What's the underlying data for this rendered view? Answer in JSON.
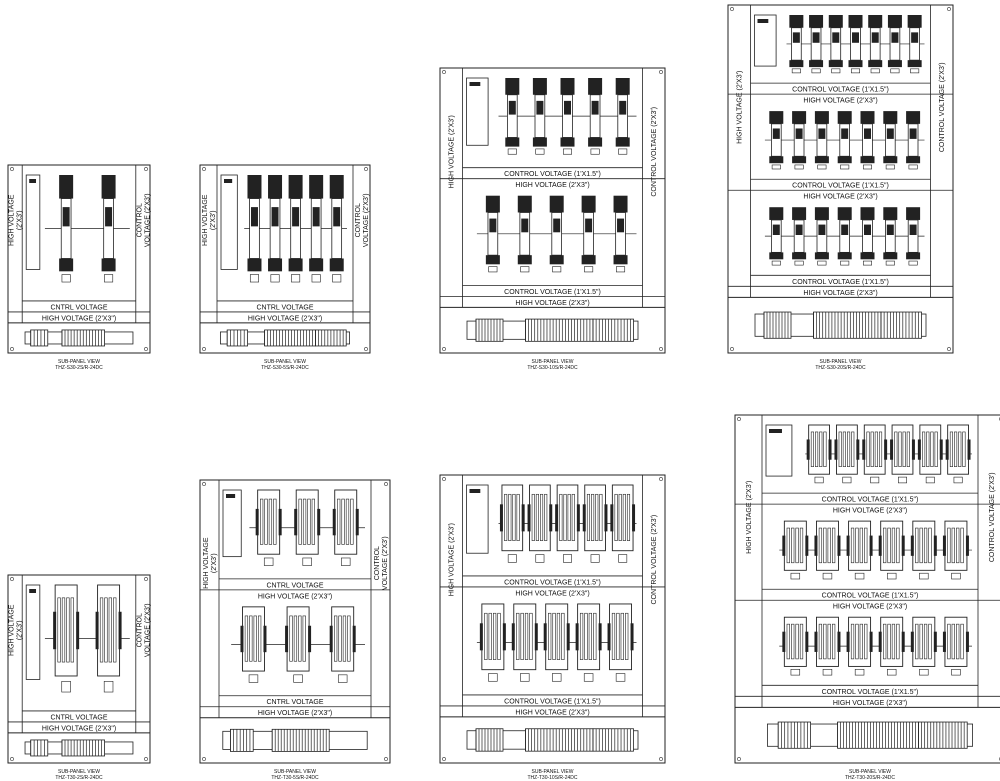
{
  "panels": [
    {
      "id": "p1",
      "title": "SUB-PANEL VIEW",
      "model": "THZ-S30-2S/R-24DC",
      "left_label": "HIGH VOLTAGE|(2'X3')",
      "right_label": "CONTROL|VOLTAGE (2'X3')",
      "bands": [
        "CNTRL VOLTAGE",
        "HIGH VOLTAGE (2'X3\")"
      ]
    },
    {
      "id": "p2",
      "title": "SUB-PANEL VIEW",
      "model": "THZ-S30-5S/R-24DC",
      "left_label": "HIGH VOLTAGE|(2'X3')",
      "right_label": "CONTROL|VOLTAGE (2'X3')",
      "bands": [
        "CNTRL VOLTAGE",
        "HIGH VOLTAGE (2'X3\")"
      ]
    },
    {
      "id": "p3",
      "title": "SUB-PANEL VIEW",
      "model": "THZ-S30-10S/R-24DC",
      "left_label": "HIGH VOLTAGE (2'X3')",
      "right_label": "CONTROL VOLTAGE (2'X3')",
      "bands": [
        "CONTROL VOLTAGE (1'X1.5\")",
        "HIGH VOLTAGE (2'X3\")",
        "CONTROL VOLTAGE (1'X1.5\")",
        "HIGH VOLTAGE (2'X3\")"
      ]
    },
    {
      "id": "p4",
      "title": "SUB-PANEL VIEW",
      "model": "THZ-S30-20S/R-24DC",
      "left_label": "HIGH VOLTAGE (2'X3')",
      "right_label": "CONTROL VOLTAGE (2'X3')",
      "bands": [
        "CONTROL VOLTAGE (1'X1.5\")",
        "HIGH VOLTAGE (2'X3\")",
        "CONTROL VOLTAGE (1'X1.5\")",
        "HIGH VOLTAGE (2'X3\")",
        "CONTROL VOLTAGE (1'X1.5\")",
        "HIGH VOLTAGE (2'X3\")"
      ]
    },
    {
      "id": "p5",
      "title": "SUB-PANEL VIEW",
      "model": "THZ-T30-2S/R-24DC",
      "left_label": "HIGH VOLTAGE|(2'X3')",
      "right_label": "CONTROL|VOLTAGE (2'X3')",
      "bands": [
        "CNTRL VOLTAGE",
        "HIGH VOLTAGE (2'X3\")"
      ]
    },
    {
      "id": "p6",
      "title": "SUB-PANEL VIEW",
      "model": "THZ-T30-5S/R-24DC",
      "left_label": "HIGH VOLTAGE|(2'X3')",
      "right_label": "CONTROL|VOLTAGE (2'X3')",
      "bands": [
        "CNTRL VOLTAGE",
        "HIGH VOLTAGE (2'X3\")",
        "CNTRL VOLTAGE",
        "HIGH VOLTAGE (2'X3\")"
      ]
    },
    {
      "id": "p7",
      "title": "SUB-PANEL VIEW",
      "model": "THZ-T30-10S/R-24DC",
      "left_label": "HIGH VOLTAGE (2'X3')",
      "right_label": "CONTROL VOLTAGE (2'X3')",
      "bands": [
        "CONTROL VOLTAGE (1'X1.5\")",
        "HIGH VOLTAGE (2'X3\")",
        "CONTROL VOLTAGE (1'X1.5\")",
        "HIGH VOLTAGE (2'X3\")"
      ]
    },
    {
      "id": "p8",
      "title": "SUB-PANEL VIEW",
      "model": "THZ-T30-20S/R-24DC",
      "left_label": "HIGH VOLTAGE (2'X3')",
      "right_label": "CONTROL VOLTAGE (2'X3')",
      "bands": [
        "CONTROL VOLTAGE (1'X1.5\")",
        "HIGH VOLTAGE (2'X3\")",
        "CONTROL VOLTAGE (1'X1.5\")",
        "HIGH VOLTAGE (2'X3\")",
        "CONTROL VOLTAGE (1'X1.5\")",
        "HIGH VOLTAGE (2'X3\")"
      ]
    }
  ]
}
